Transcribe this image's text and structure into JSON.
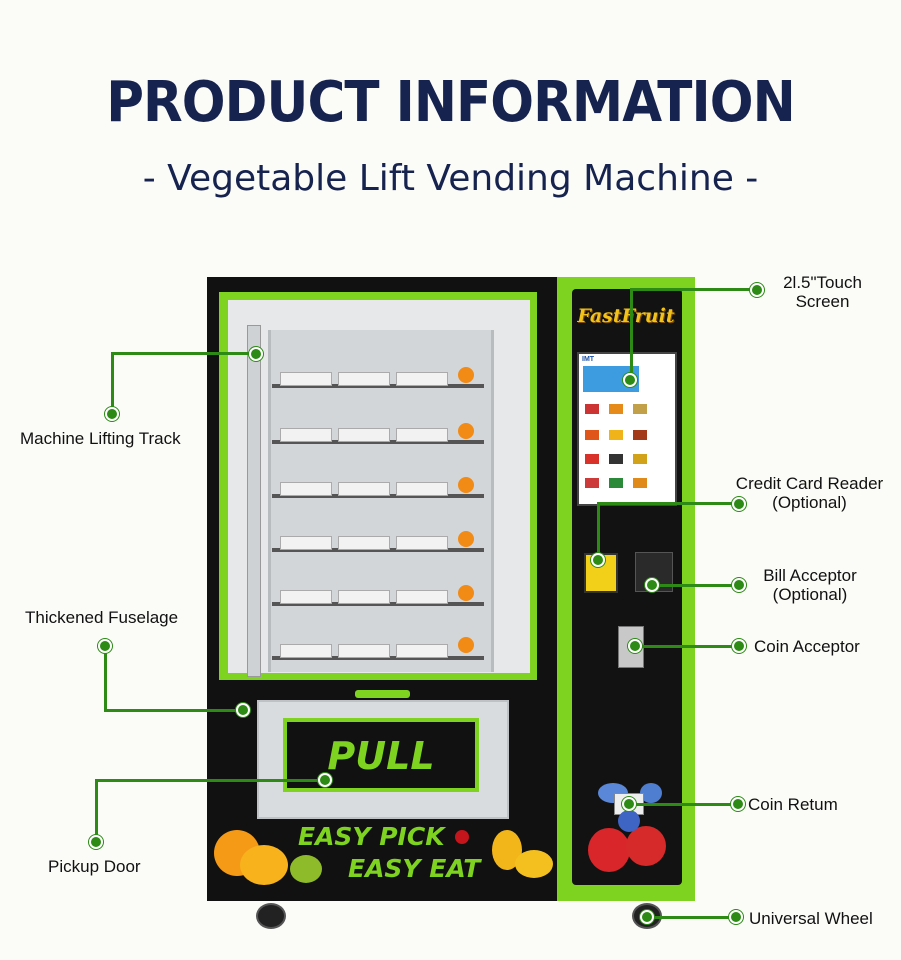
{
  "header": {
    "title": "PRODUCT INFORMATION",
    "subtitle": "- Vegetable Lift Vending Machine -"
  },
  "machine": {
    "logo": "FastFruit",
    "pull_label": "PULL",
    "slogan_line1": "EASY PICK",
    "slogan_line2": "EASY EAT",
    "screen_brand": "IMT"
  },
  "callouts": {
    "touch_screen": "2l.5\"Touch\nScreen",
    "credit_card_reader": "Credit Card Reader\n(Optional)",
    "bill_acceptor": "Bill Acceptor\n(Optional)",
    "coin_acceptor": "Coin Acceptor",
    "coin_return": "Coin Retum",
    "universal_wheel": "Universal Wheel",
    "machine_lifting_track": "Machine Lifting Track",
    "thickened_fuselage": "Thickened Fuselage",
    "pickup_door": "Pickup Door"
  },
  "colors": {
    "title": "#16234e",
    "accent_green": "#7ed321",
    "callout_green": "#2d8a15",
    "machine_black": "#111111"
  }
}
